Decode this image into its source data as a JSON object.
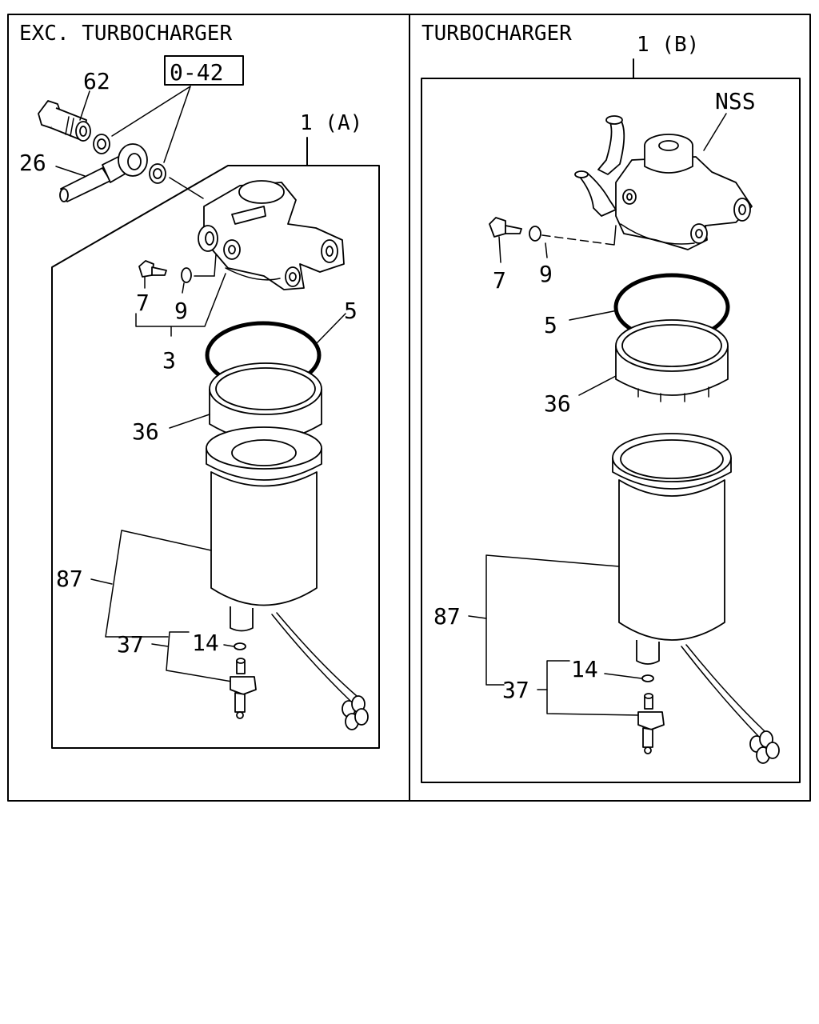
{
  "left_panel": {
    "title": "EXC. TURBOCHARGER",
    "assembly_label": "1 (A)",
    "ref_box": "0-42",
    "callouts": {
      "p62": "62",
      "p26": "26",
      "p7": "7",
      "p9": "9",
      "p3": "3",
      "p5": "5",
      "p36": "36",
      "p87": "87",
      "p37": "37",
      "p14": "14"
    }
  },
  "right_panel": {
    "title": "TURBOCHARGER",
    "assembly_label": "1 (B)",
    "nss_label": "NSS",
    "callouts": {
      "p7": "7",
      "p9": "9",
      "p5": "5",
      "p36": "36",
      "p87": "87",
      "p37": "37",
      "p14": "14"
    }
  }
}
